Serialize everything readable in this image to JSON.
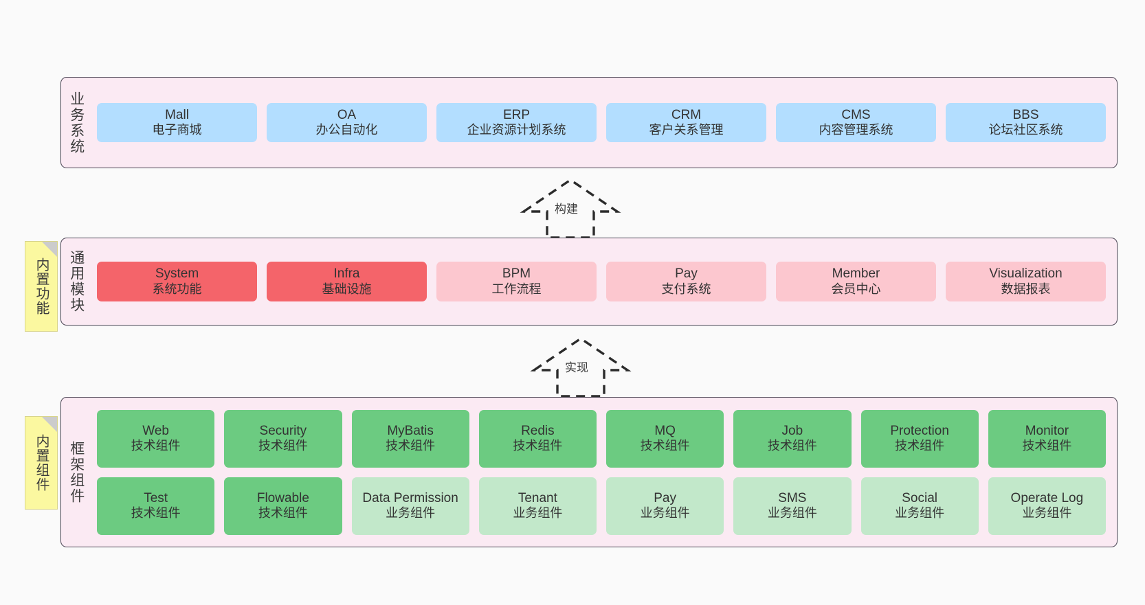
{
  "diagram": {
    "title": "",
    "colors": {
      "canvas": "#fafafa",
      "layer_fill": "#fbeaf3",
      "layer_border": "#4a4453",
      "business_card": "#b3deff",
      "module_primary": "#f4646a",
      "module_secondary": "#fcc7cf",
      "tech_component": "#6ccb81",
      "biz_component": "#c2e8ca",
      "note_fill": "#fbf8a0",
      "note_fold": "#cccccc"
    }
  },
  "layers": [
    {
      "id": "business-system",
      "title": "业务系统",
      "cards": [
        {
          "name": "Mall",
          "desc": "电子商城"
        },
        {
          "name": "OA",
          "desc": "办公自动化"
        },
        {
          "name": "ERP",
          "desc": "企业资源计划系统"
        },
        {
          "name": "CRM",
          "desc": "客户关系管理"
        },
        {
          "name": "CMS",
          "desc": "内容管理系统"
        },
        {
          "name": "BBS",
          "desc": "论坛社区系统"
        }
      ]
    },
    {
      "id": "common-module",
      "title": "通用模块",
      "note": "内置功能",
      "cards": [
        {
          "name": "System",
          "desc": "系统功能",
          "variant": "primary"
        },
        {
          "name": "Infra",
          "desc": "基础设施",
          "variant": "primary"
        },
        {
          "name": "BPM",
          "desc": "工作流程",
          "variant": "secondary"
        },
        {
          "name": "Pay",
          "desc": "支付系统",
          "variant": "secondary"
        },
        {
          "name": "Member",
          "desc": "会员中心",
          "variant": "secondary"
        },
        {
          "name": "Visualization",
          "desc": "数据报表",
          "variant": "secondary"
        }
      ]
    },
    {
      "id": "framework-component",
      "title": "框架组件",
      "note": "内置组件",
      "row1": [
        {
          "name": "Web",
          "desc": "技术组件"
        },
        {
          "name": "Security",
          "desc": "技术组件"
        },
        {
          "name": "MyBatis",
          "desc": "技术组件"
        },
        {
          "name": "Redis",
          "desc": "技术组件"
        },
        {
          "name": "MQ",
          "desc": "技术组件"
        },
        {
          "name": "Job",
          "desc": "技术组件"
        },
        {
          "name": "Protection",
          "desc": "技术组件"
        },
        {
          "name": "Monitor",
          "desc": "技术组件"
        }
      ],
      "row2": [
        {
          "name": "Test",
          "desc": "技术组件",
          "variant": "tech"
        },
        {
          "name": "Flowable",
          "desc": "技术组件",
          "variant": "tech"
        },
        {
          "name": "Data Permission",
          "desc": "业务组件",
          "variant": "biz"
        },
        {
          "name": "Tenant",
          "desc": "业务组件",
          "variant": "biz"
        },
        {
          "name": "Pay",
          "desc": "业务组件",
          "variant": "biz"
        },
        {
          "name": "SMS",
          "desc": "业务组件",
          "variant": "biz"
        },
        {
          "name": "Social",
          "desc": "业务组件",
          "variant": "biz"
        },
        {
          "name": "Operate Log",
          "desc": "业务组件",
          "variant": "biz"
        }
      ]
    }
  ],
  "arrows": [
    {
      "id": "build",
      "label": "构建",
      "from": "common-module",
      "to": "business-system"
    },
    {
      "id": "implement",
      "label": "实现",
      "from": "framework-component",
      "to": "common-module"
    }
  ]
}
